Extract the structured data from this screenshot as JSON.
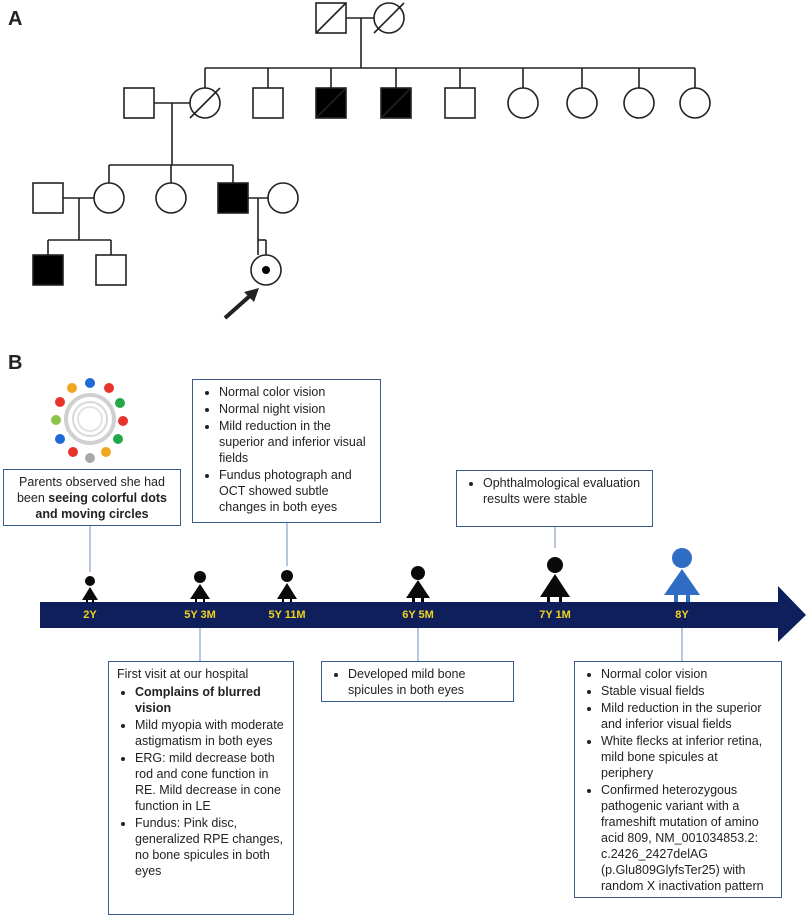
{
  "panel_a": {
    "label": "A"
  },
  "panel_b": {
    "label": "B"
  },
  "timeline": {
    "ticks": [
      "2Y",
      "5Y 3M",
      "5Y 11M",
      "6Y 5M",
      "7Y 1M",
      "8Y"
    ],
    "colors": {
      "bar": "#0f1f5c",
      "tick_text": "#f2d21b",
      "box_border": "#3b5b8f",
      "current_figure": "#2f6cc4"
    }
  },
  "boxes": {
    "parents_observed": {
      "text_before": "Parents observed she had been ",
      "text_bold": "seeing colorful dots and moving circles"
    },
    "y5_11m": {
      "items": [
        "Normal color vision",
        "Normal night vision",
        "Mild reduction in the superior and inferior visual fields",
        "Fundus photograph and OCT showed subtle changes in both eyes"
      ]
    },
    "y7_1m": {
      "items": [
        "Ophthalmological evaluation results were stable"
      ]
    },
    "y5_3m": {
      "intro": "First visit at our hospital",
      "bold_item": "Complains of blurred vision",
      "items": [
        "Mild myopia with moderate astigmatism in both eyes",
        "ERG: mild decrease both rod and cone function in RE. Mild decrease in cone function in LE",
        "Fundus: Pink disc, generalized RPE changes, no bone spicules in both eyes"
      ]
    },
    "y6_5m": {
      "items": [
        "Developed mild bone spicules in both eyes"
      ]
    },
    "y8": {
      "items": [
        "Normal color vision",
        "Stable visual fields",
        "Mild reduction in the superior and inferior visual fields",
        "White flecks at inferior retina, mild bone spicules at periphery",
        "Confirmed heterozygous pathogenic variant with a frameshift mutation of amino acid 809, NM_001034853.2: c.2426_2427delAG (p.Glu809GlyfsTer25) with random X inactivation pattern"
      ]
    }
  }
}
